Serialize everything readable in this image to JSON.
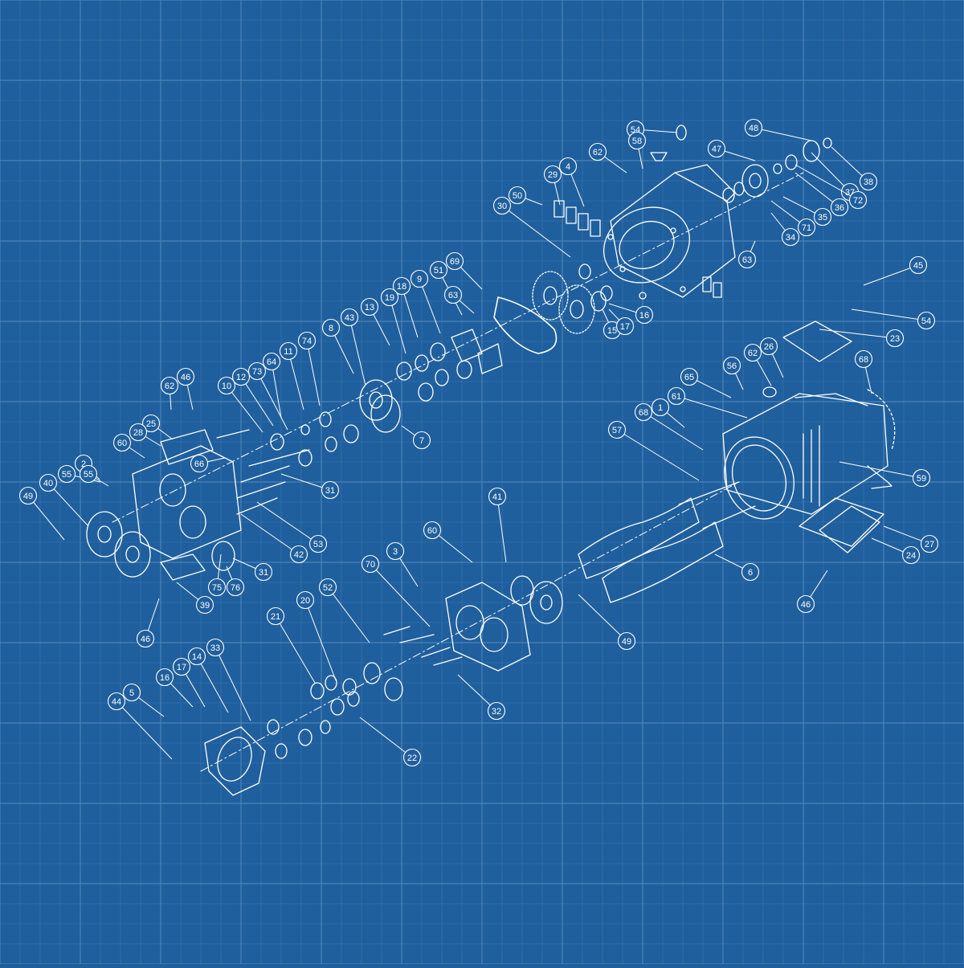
{
  "theme": {
    "background": "#1f5f9d",
    "grid_color": "#4f86bd",
    "line_color": "#ffffff"
  },
  "diagram": {
    "type": "exploded-assembly-blueprint",
    "part_numbers": [
      "1",
      "2",
      "3",
      "4",
      "5",
      "6",
      "7",
      "8",
      "9",
      "10",
      "11",
      "12",
      "13",
      "14",
      "15",
      "16",
      "17",
      "18",
      "19",
      "20",
      "21",
      "22",
      "23",
      "24",
      "25",
      "26",
      "27",
      "28",
      "29",
      "30",
      "31",
      "32",
      "33",
      "34",
      "35",
      "36",
      "37",
      "38",
      "39",
      "40",
      "41",
      "42",
      "43",
      "44",
      "45",
      "46",
      "47",
      "48",
      "49",
      "50",
      "51",
      "52",
      "53",
      "54",
      "55",
      "56",
      "57",
      "58",
      "59",
      "60",
      "61",
      "62",
      "63",
      "64",
      "65",
      "66",
      "68",
      "69",
      "70",
      "71",
      "72",
      "73",
      "74",
      "75",
      "76"
    ]
  },
  "callouts": [
    {
      "label": "1"
    },
    {
      "label": "2"
    },
    {
      "label": "3"
    },
    {
      "label": "4"
    },
    {
      "label": "5"
    },
    {
      "label": "6"
    },
    {
      "label": "7"
    },
    {
      "label": "8"
    },
    {
      "label": "9"
    },
    {
      "label": "10"
    },
    {
      "label": "11"
    },
    {
      "label": "12"
    },
    {
      "label": "13"
    },
    {
      "label": "14"
    },
    {
      "label": "15"
    },
    {
      "label": "16"
    },
    {
      "label": "16"
    },
    {
      "label": "17"
    },
    {
      "label": "17"
    },
    {
      "label": "18"
    },
    {
      "label": "19"
    },
    {
      "label": "20"
    },
    {
      "label": "21"
    },
    {
      "label": "22"
    },
    {
      "label": "23"
    },
    {
      "label": "24"
    },
    {
      "label": "25"
    },
    {
      "label": "26"
    },
    {
      "label": "27"
    },
    {
      "label": "28"
    },
    {
      "label": "29"
    },
    {
      "label": "30"
    },
    {
      "label": "31"
    },
    {
      "label": "31"
    },
    {
      "label": "32"
    },
    {
      "label": "33"
    },
    {
      "label": "34"
    },
    {
      "label": "35"
    },
    {
      "label": "36"
    },
    {
      "label": "37"
    },
    {
      "label": "38"
    },
    {
      "label": "39"
    },
    {
      "label": "40"
    },
    {
      "label": "41"
    },
    {
      "label": "42"
    },
    {
      "label": "43"
    },
    {
      "label": "44"
    },
    {
      "label": "45"
    },
    {
      "label": "46"
    },
    {
      "label": "46"
    },
    {
      "label": "46"
    },
    {
      "label": "47"
    },
    {
      "label": "48"
    },
    {
      "label": "49"
    },
    {
      "label": "49"
    },
    {
      "label": "50"
    },
    {
      "label": "51"
    },
    {
      "label": "52"
    },
    {
      "label": "53"
    },
    {
      "label": "54"
    },
    {
      "label": "54"
    },
    {
      "label": "55"
    },
    {
      "label": "55"
    },
    {
      "label": "56"
    },
    {
      "label": "57"
    },
    {
      "label": "58"
    },
    {
      "label": "59"
    },
    {
      "label": "60"
    },
    {
      "label": "60"
    },
    {
      "label": "61"
    },
    {
      "label": "62"
    },
    {
      "label": "62"
    },
    {
      "label": "62"
    },
    {
      "label": "63"
    },
    {
      "label": "63"
    },
    {
      "label": "64"
    },
    {
      "label": "65"
    },
    {
      "label": "66"
    },
    {
      "label": "68"
    },
    {
      "label": "68"
    },
    {
      "label": "69"
    },
    {
      "label": "70"
    },
    {
      "label": "71"
    },
    {
      "label": "72"
    },
    {
      "label": "73"
    },
    {
      "label": "74"
    },
    {
      "label": "75"
    },
    {
      "label": "76"
    }
  ]
}
